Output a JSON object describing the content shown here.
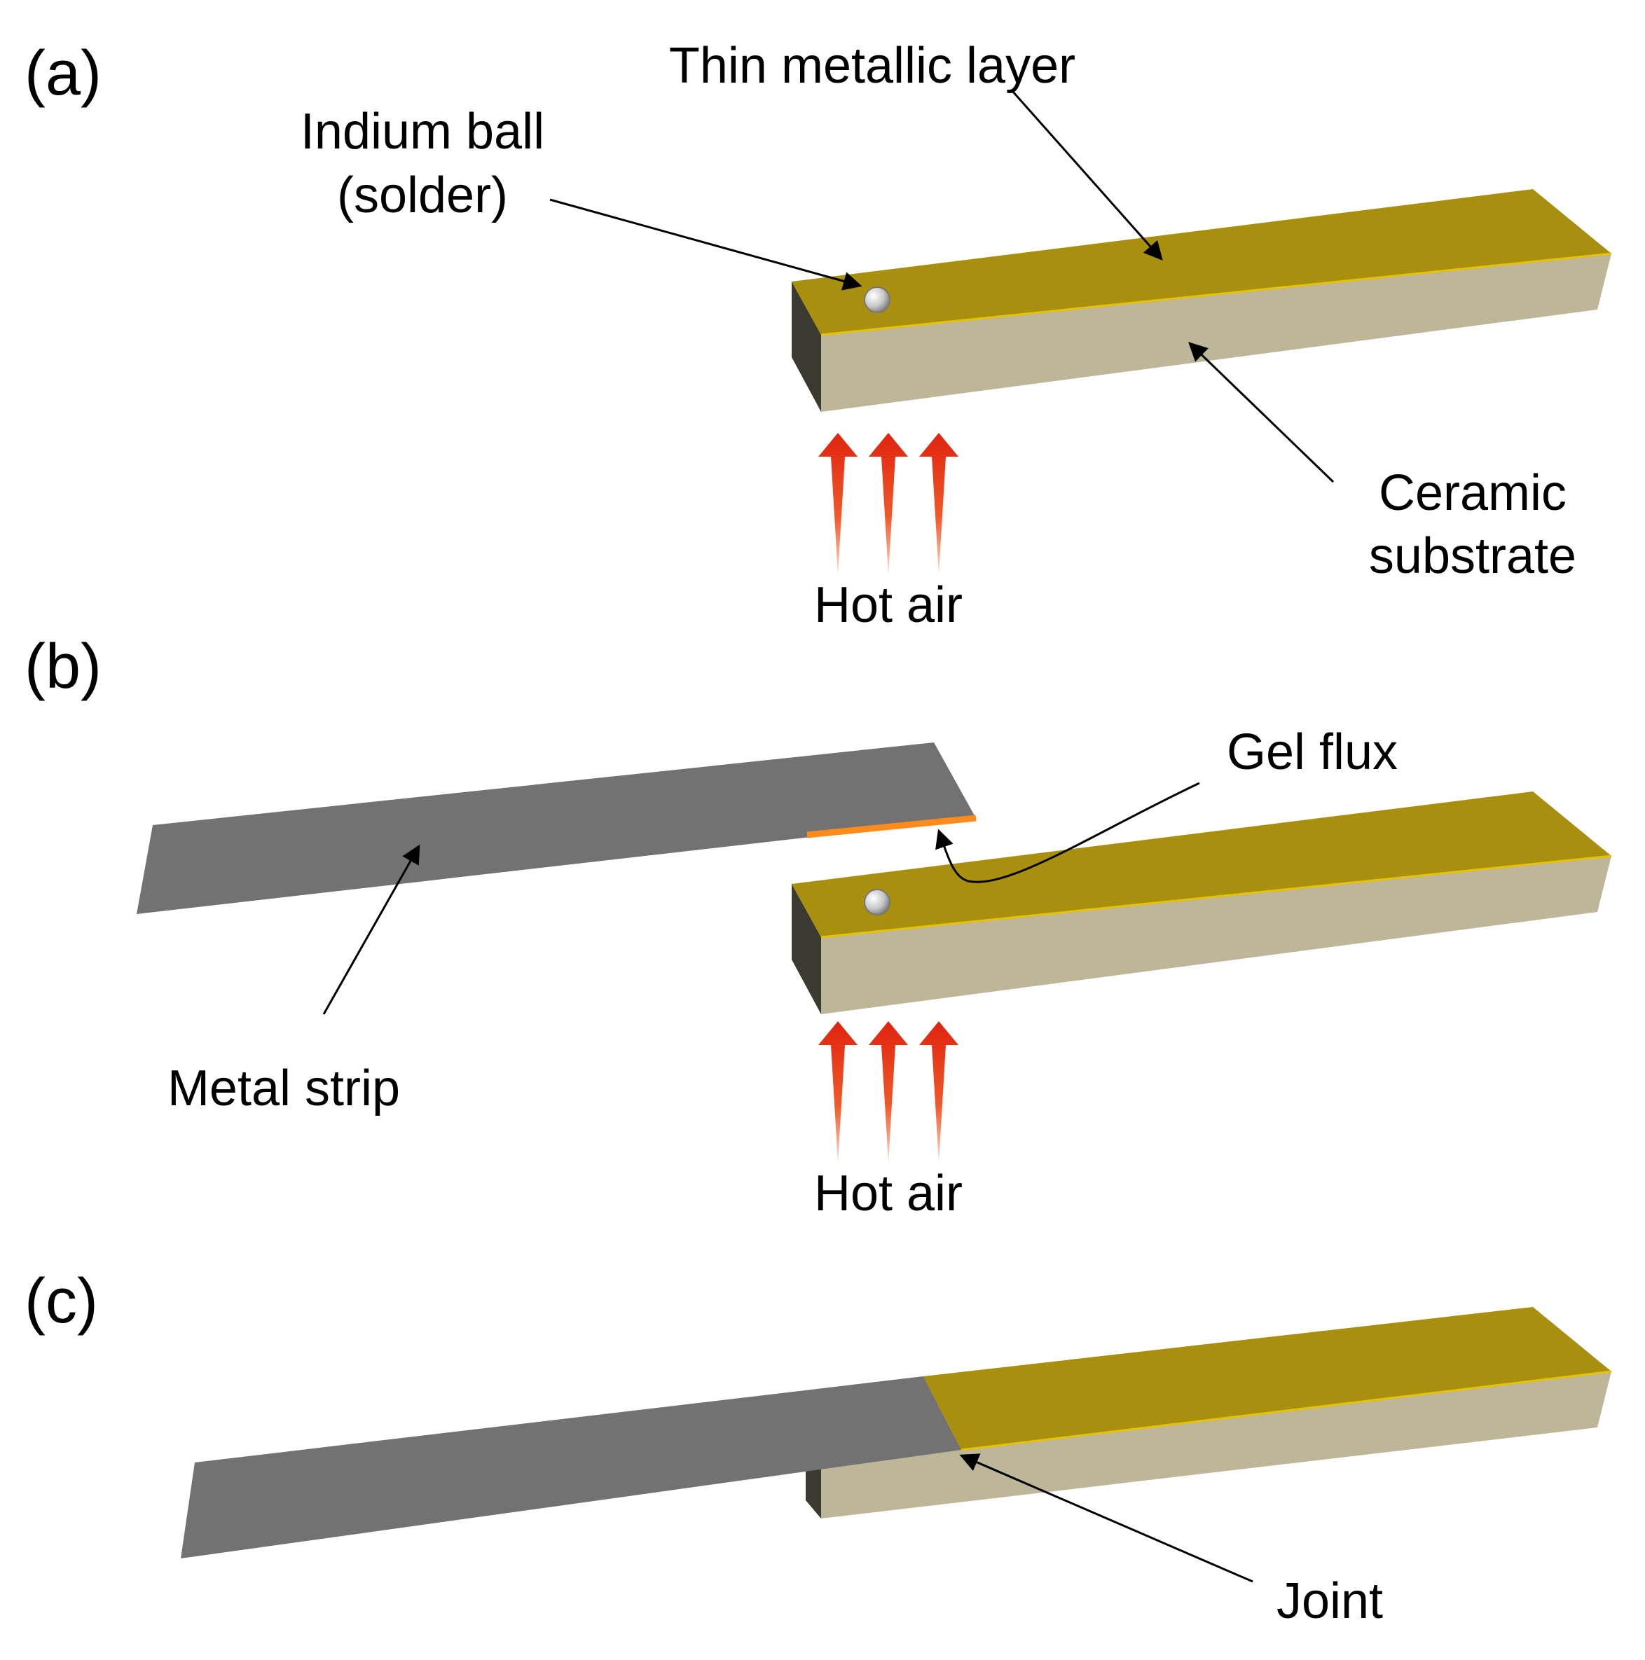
{
  "panels": {
    "a": {
      "label": "(a)",
      "callouts": {
        "indium_ball": [
          "Indium ball",
          "(solder)"
        ],
        "thin_layer": "Thin metallic layer",
        "ceramic": [
          "Ceramic",
          "substrate"
        ],
        "hot_air": "Hot air"
      }
    },
    "b": {
      "label": "(b)",
      "callouts": {
        "gel_flux": "Gel flux",
        "metal_strip": "Metal strip",
        "hot_air": "Hot air"
      }
    },
    "c": {
      "label": "(c)",
      "callouts": {
        "joint": "Joint"
      }
    }
  },
  "colors": {
    "metallic_layer_top": "#a88f0d",
    "metallic_layer_edge": "#e6c200",
    "ceramic_front": "#bdb699",
    "substrate_end": "#3a3a30",
    "metal_strip": "#727272",
    "gel_flux": "#ff8c1a",
    "hot_air_arrow": "#e0230f",
    "indium_ball": "#c8c8c8"
  }
}
